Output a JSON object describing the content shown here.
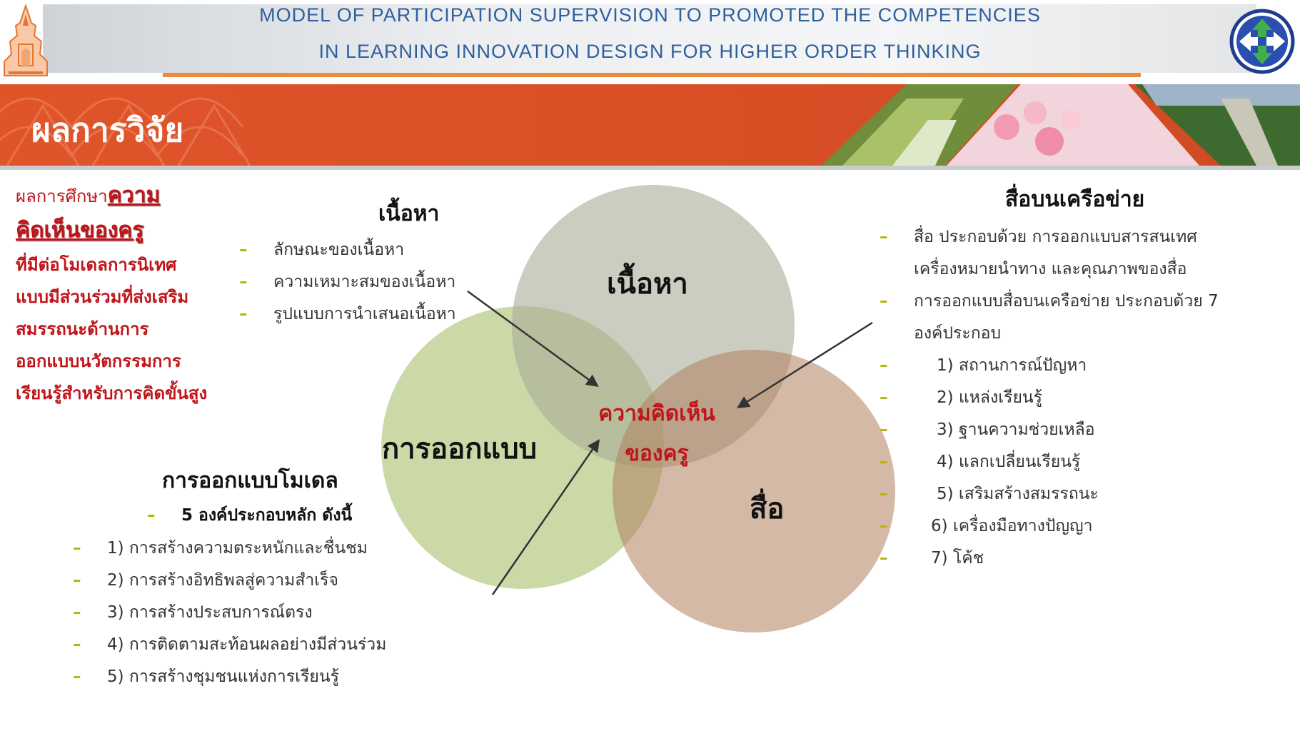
{
  "header": {
    "title_line1": "MODEL OF PARTICIPATION SUPERVISION  TO PROMOTED THE COMPETENCIES",
    "title_line2": "IN  LEARNING INNOVATION  DESIGN FOR HIGHER ORDER THINKING"
  },
  "banner": {
    "title": "ผลการวิจัย"
  },
  "intro": {
    "prefix": "ผลการศึกษา",
    "emphasis1": "ความ",
    "emphasis2": "คิดเห็นของครู",
    "lines": [
      "ที่มีต่อโมเดลการนิเทศ",
      "แบบมีส่วนร่วมที่ส่งเสริม",
      "สมรรถนะด้านการ",
      "ออกแบบนวัตกรรมการ",
      "เรียนรู้สำหรับการคิดขั้นสูง"
    ]
  },
  "content_section": {
    "heading": "เนื้อหา",
    "items": [
      "ลักษณะของเนื้อหา",
      "ความเหมาะสมของเนื้อหา",
      "รูปแบบการนำเสนอเนื้อหา"
    ]
  },
  "design_section": {
    "heading": "การออกแบบโมเดล",
    "subheading": "5 องค์ประกอบหลัก ดังนี้",
    "items": [
      "1) การสร้างความตระหนักและชื่นชม",
      "2) การสร้างอิทธิพลสู่ความสำเร็จ",
      "3) การสร้างประสบการณ์ตรง",
      "4) การติดตามสะท้อนผลอย่างมีส่วนร่วม",
      "5) การสร้างชุมชนแห่งการเรียนรู้"
    ]
  },
  "media_section": {
    "heading": "สื่อบนเครือข่าย",
    "items": [
      "สื่อ ประกอบด้วย การออกแบบสารสนเทศ",
      "เครื่องหมายนำทาง และคุณภาพของสื่อ",
      "การออกแบบสื่อบนเครือข่าย ประกอบด้วย 7",
      "องค์ประกอบ",
      "1) สถานการณ์ปัญหา",
      "2) แหล่งเรียนรู้",
      "3) ฐานความช่วยเหลือ",
      "4) แลกเปลี่ยนเรียนรู้",
      "5) เสริมสร้างสมรรถนะ",
      "6) เครื่องมือทางปัญญา",
      "7) โค้ช"
    ]
  },
  "venn": {
    "circle_content": "เนื้อหา",
    "circle_design": "การออกแบบ",
    "circle_media": "สื่อ",
    "center_line1": "ความคิดเห็น",
    "center_line2": "ของครู",
    "colors": {
      "content": "#a9ab98",
      "design": "#a9bf6a",
      "media": "#b07f5c",
      "center_text": "#c0141a"
    }
  }
}
